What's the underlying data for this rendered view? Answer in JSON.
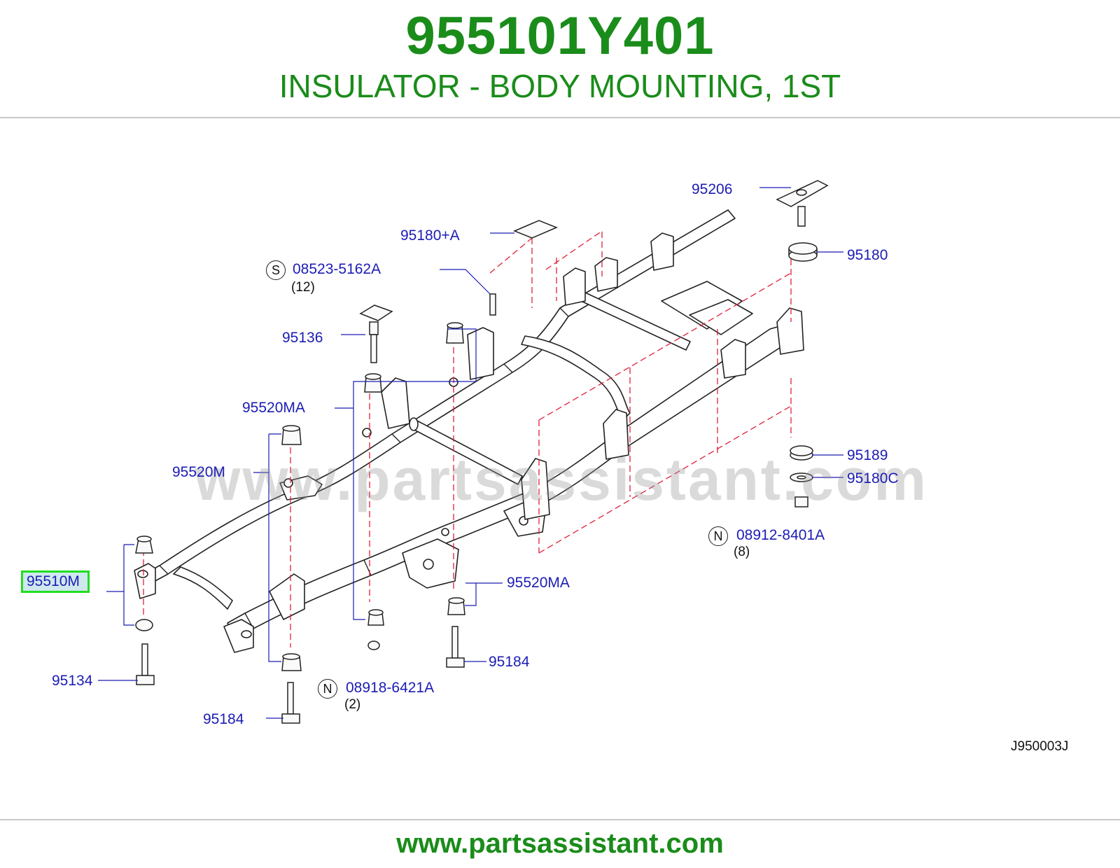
{
  "header": {
    "part_number": "955101Y401",
    "part_name": "INSULATOR - BODY MOUNTING, 1ST"
  },
  "footer": {
    "url": "www.partsassistant.com"
  },
  "watermark": "www.partsassistant.com",
  "diagram_code": "J950003J",
  "colors": {
    "brand_green": "#1a8c1a",
    "callout_blue": "#1c1cb4",
    "highlight_border": "#22dd22",
    "highlight_fill": "#cfe8ee",
    "leader_red": "#e0203a"
  },
  "callouts": {
    "p95206": "95206",
    "p95180A": "95180+A",
    "p08523": "08523-5162A",
    "p08523_qty": "(12)",
    "p08523_badge": "S",
    "p95136": "95136",
    "p95180": "95180",
    "p95520MA_upper": "95520MA",
    "p95520M": "95520M",
    "p95189": "95189",
    "p95180C": "95180C",
    "p08912": "08912-8401A",
    "p08912_qty": "(8)",
    "p08912_badge": "N",
    "p95510M": "95510M",
    "p95520MA_lower": "95520MA",
    "p95184_right": "95184",
    "p95134": "95134",
    "p08918": "08918-6421A",
    "p08918_qty": "(2)",
    "p08918_badge": "N",
    "p95184_left": "95184"
  },
  "highlighted_part": "95510M"
}
